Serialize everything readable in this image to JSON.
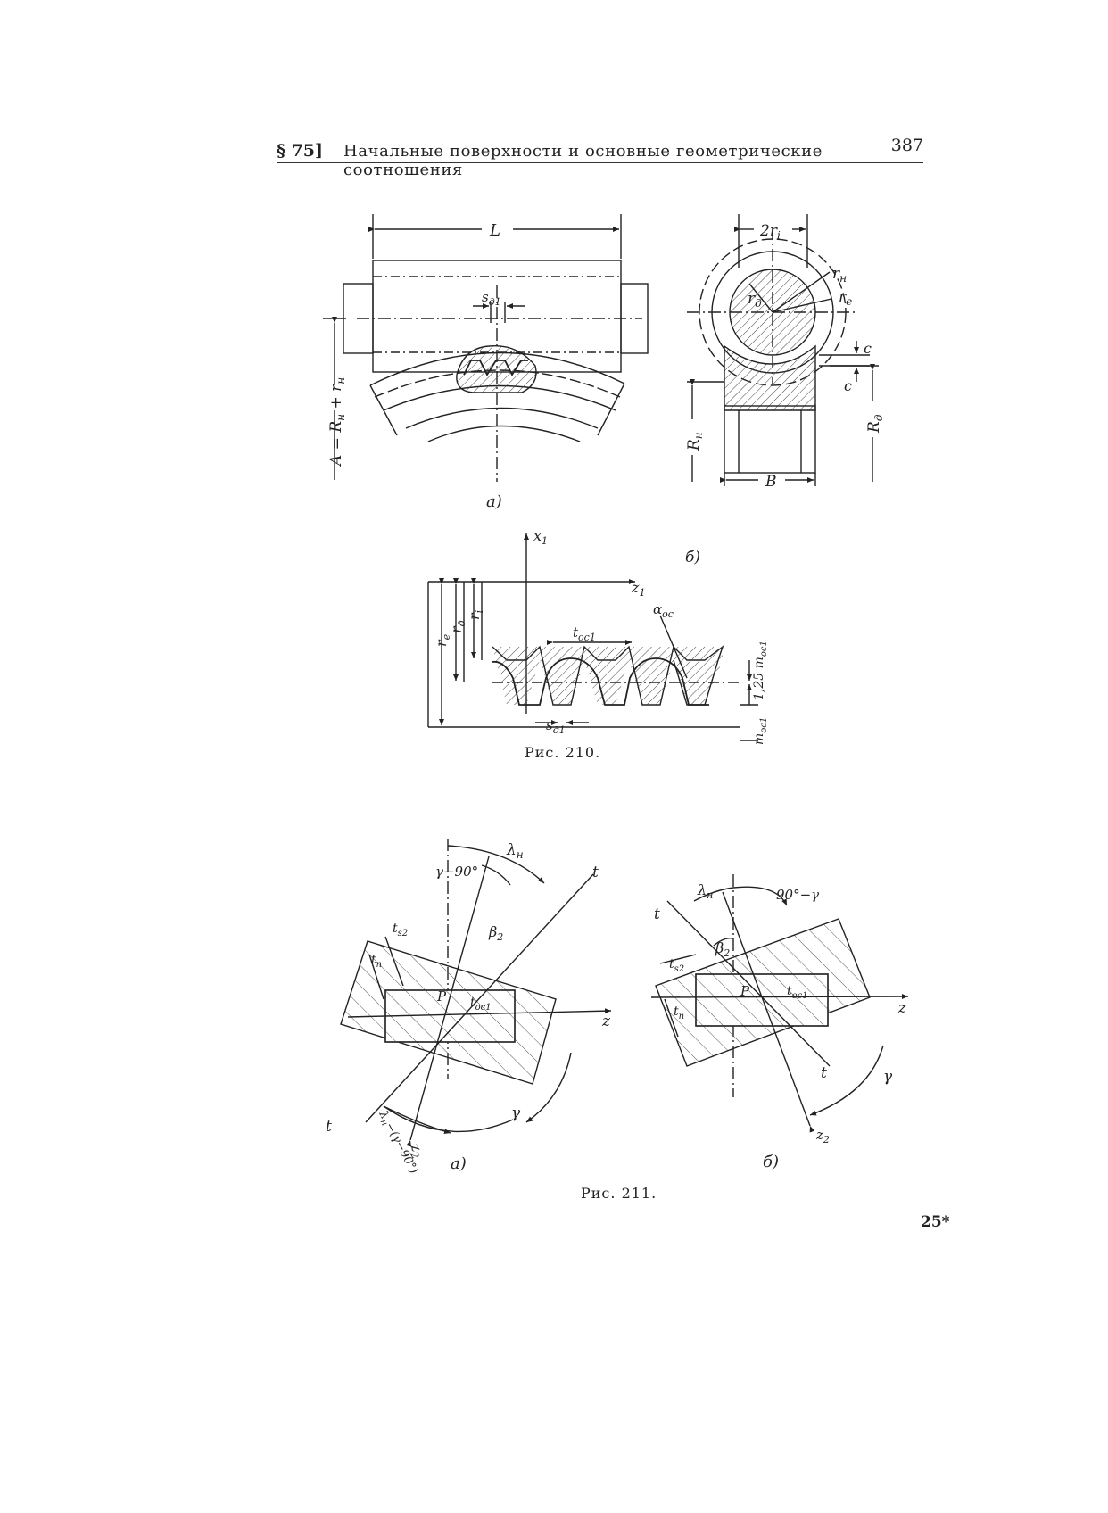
{
  "header": {
    "section": "§ 75]",
    "title": "Начальные поверхности и основные геометрические соотношения",
    "page_number": "387"
  },
  "figures": {
    "fig210": {
      "caption": "Рис. 210.",
      "part_a": {
        "label": "а)",
        "labels": [
          "L",
          "s_д1",
          "A = R_н + r_н",
          "2r_i",
          "r_н",
          "r_д",
          "r_e",
          "c",
          "c",
          "R_н",
          "R_д",
          "B"
        ]
      },
      "part_b": {
        "label": "б)",
        "labels": [
          "x_1",
          "z_1",
          "r_e",
          "r_д",
          "r_i",
          "t_ос1",
          "α_ос",
          "1,25 m_ос1",
          "m_ос1",
          "s_д1"
        ]
      }
    },
    "fig211": {
      "caption": "Рис. 211.",
      "part_a": {
        "label": "а)",
        "labels": [
          "λ_н",
          "γ−90°",
          "t",
          "β_2",
          "t_s2",
          "t_n",
          "P",
          "t_ос1",
          "z",
          "t",
          "γ",
          "λ_н−(γ−90°)",
          "z_2"
        ]
      },
      "part_b": {
        "label": "б)",
        "labels": [
          "λ_н",
          "90°−γ",
          "t",
          "β_2",
          "t_s2",
          "t_n",
          "P",
          "t_ос1",
          "z",
          "t",
          "γ",
          "z_2"
        ]
      }
    }
  },
  "folio": "25*"
}
